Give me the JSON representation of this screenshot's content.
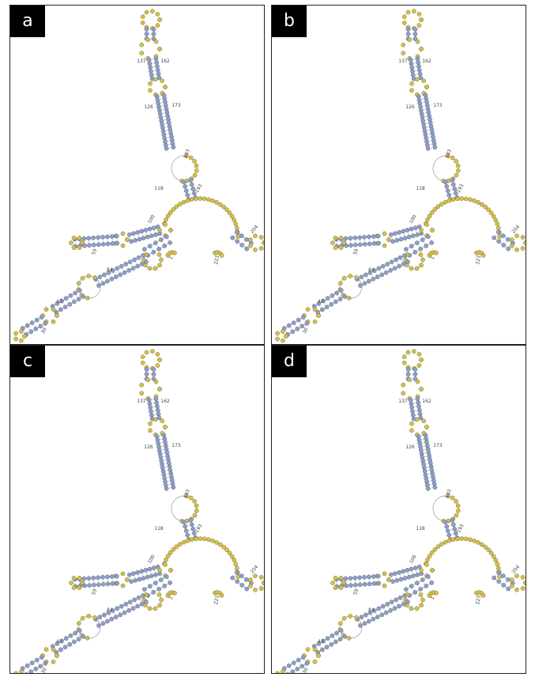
{
  "panels": [
    {
      "label": "a"
    },
    {
      "label": "b"
    },
    {
      "label": "c"
    },
    {
      "label": "d"
    }
  ],
  "numbering": [
    "137",
    "162",
    "126",
    "173",
    "183",
    "118",
    "193",
    "100",
    "204",
    "1",
    "223",
    "59",
    "84",
    "43",
    "30"
  ],
  "colors": {
    "paired_base": "#8b9fc9",
    "unpaired_base": "#d9c23a",
    "backbone": "#666666",
    "panel_border": "#222222",
    "label_bg": "#000000",
    "label_text": "#ffffff"
  }
}
